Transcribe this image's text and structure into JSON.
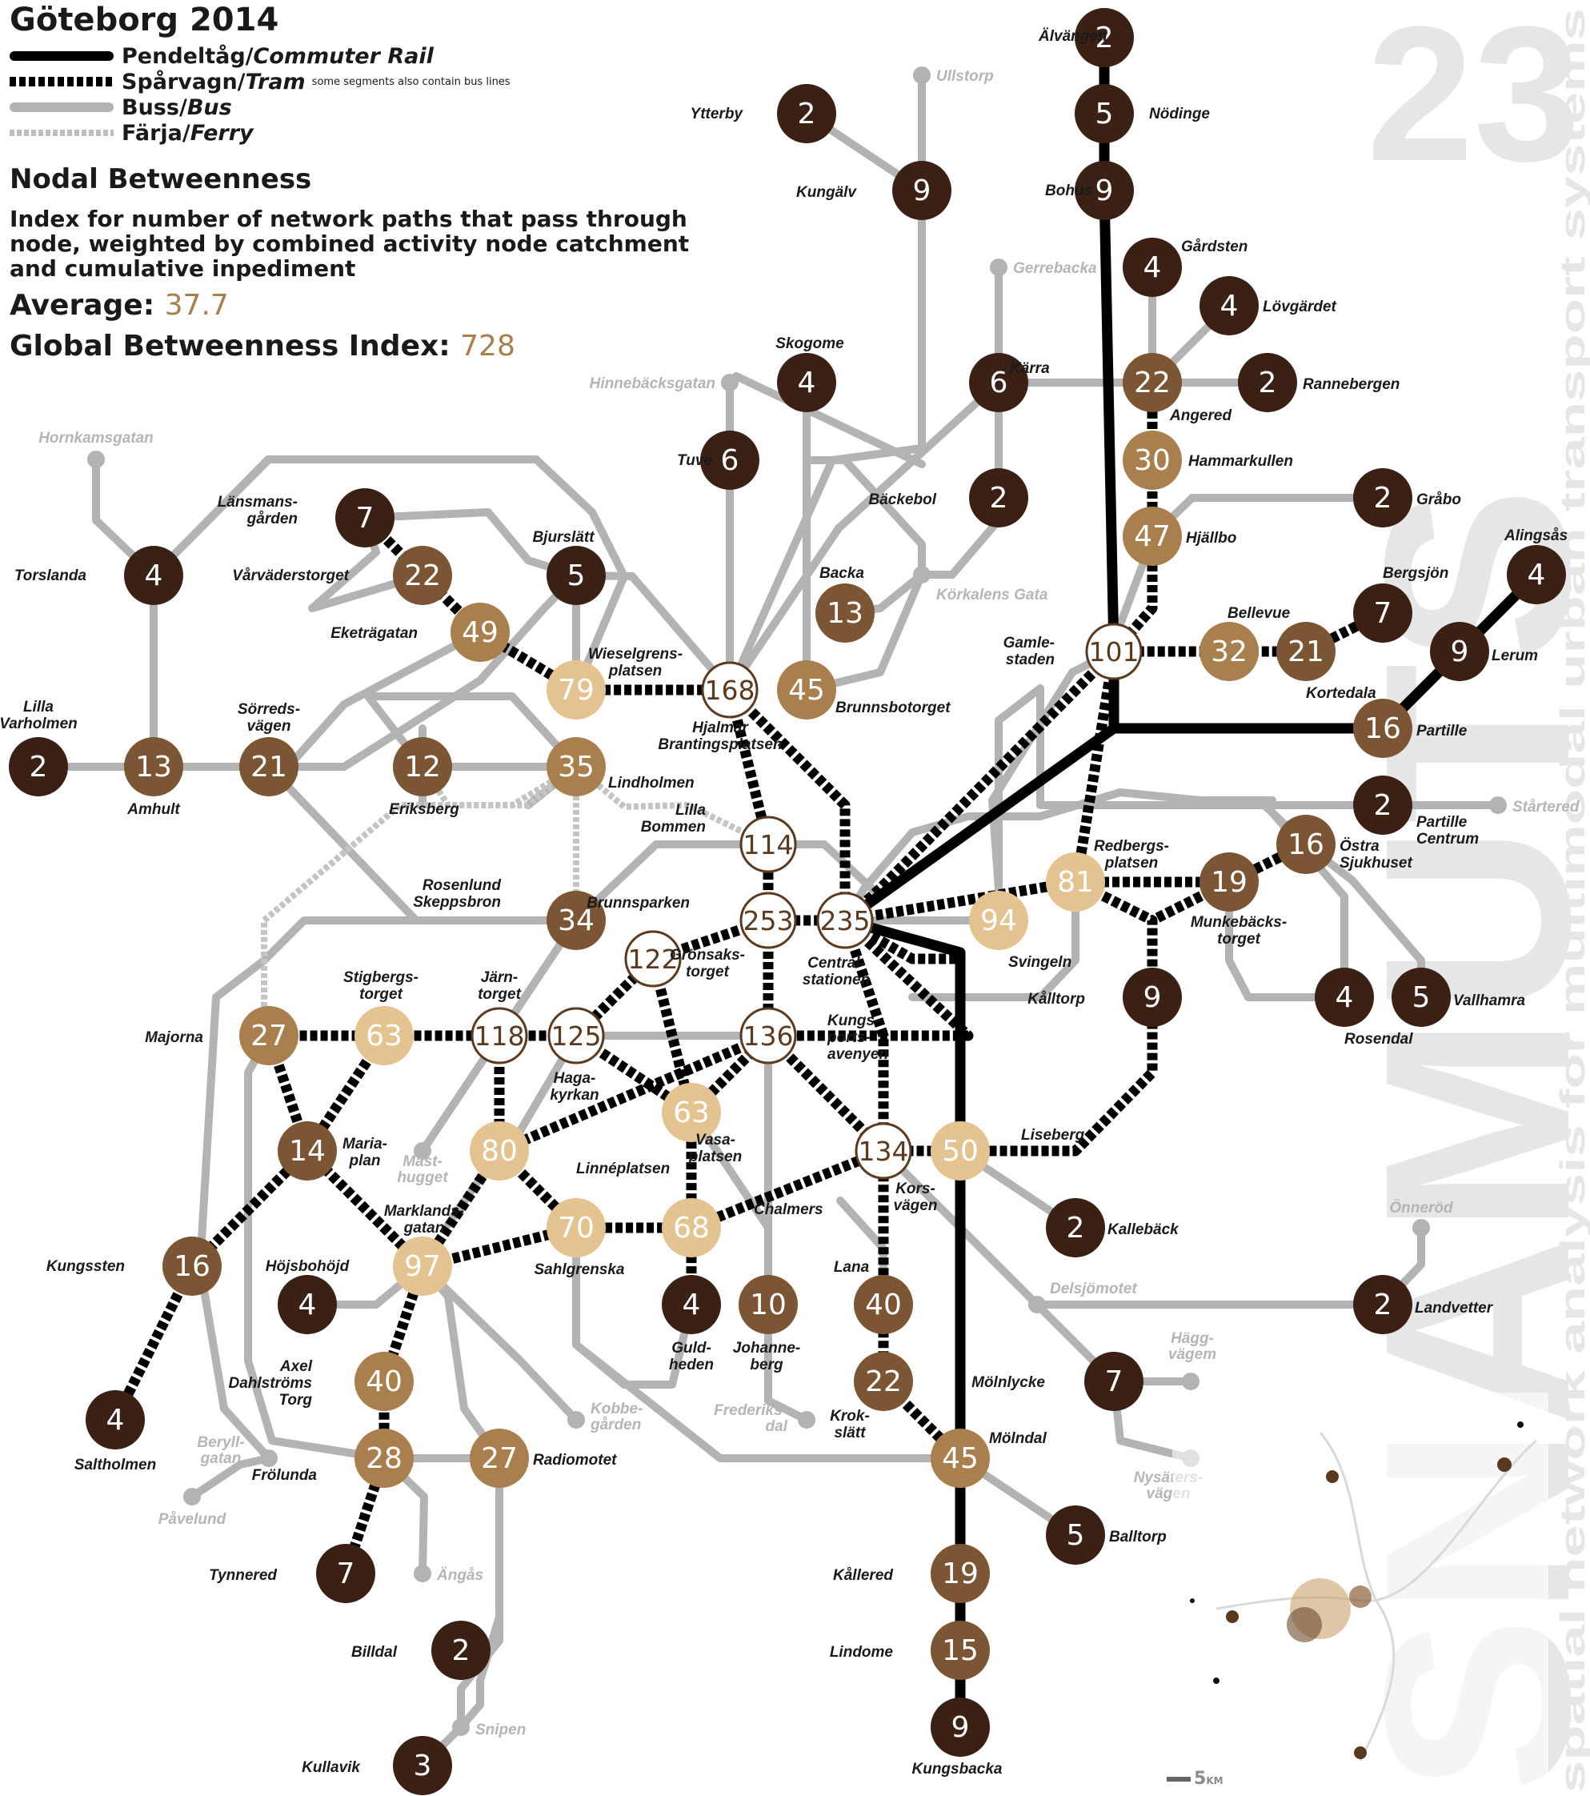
{
  "title": "Göteborg 2014",
  "legend": {
    "rail_sv": "Pendeltåg/",
    "rail_en": "Commuter Rail",
    "tram_sv": "Spårvagn/",
    "tram_en": "Tram",
    "tram_note": "some segments also contain bus lines",
    "bus_sv": "Buss/",
    "bus_en": "Bus",
    "ferry_sv": "Färja/",
    "ferry_en": "Ferry"
  },
  "measure_title": "Nodal Betweenness",
  "description": "Index for number of network paths that pass through node, weighted by combined activity node catchment and cumulative inpediment",
  "average_label": "Average:",
  "average_value": "37.7",
  "global_label": "Global Betweenness Index:",
  "global_value": "728",
  "watermark": {
    "big": "SNAMUTS",
    "number": "23",
    "sub": "spatial network analysis for multimodal urban transport systems"
  },
  "scale": {
    "value": "5",
    "unit": "KM"
  },
  "colors": {
    "rail": "#000000",
    "bus": "#b3b3b3",
    "ferry": "#c4c4c4",
    "level_dark": "#3a2114",
    "level_mid": "#7b5534",
    "level_light": "#a97f4e",
    "level_pale": "#e3c38f",
    "hub_fill": "#ffffff",
    "hub_stroke": "#5b3a1f"
  },
  "stations": [
    {
      "id": "alvangen",
      "label": "Älvängen",
      "value": "2",
      "level": "dark"
    },
    {
      "id": "nodinge",
      "label": "Nödinge",
      "value": "5",
      "level": "dark"
    },
    {
      "id": "bohus",
      "label": "Bohus",
      "value": "9",
      "level": "dark"
    },
    {
      "id": "ytterby",
      "label": "Ytterby",
      "value": "2",
      "level": "dark"
    },
    {
      "id": "kungalv",
      "label": "Kungälv",
      "value": "9",
      "level": "dark"
    },
    {
      "id": "gardsten",
      "label": "Gårdsten",
      "value": "4",
      "level": "dark"
    },
    {
      "id": "lovgardet",
      "label": "Lövgärdet",
      "value": "4",
      "level": "dark"
    },
    {
      "id": "skogome",
      "label": "Skogome",
      "value": "4",
      "level": "dark"
    },
    {
      "id": "karra",
      "label": "Kärra",
      "value": "6",
      "level": "dark"
    },
    {
      "id": "angered",
      "label": "Angered",
      "value": "22",
      "level": "mid"
    },
    {
      "id": "rannebergen",
      "label": "Rannebergen",
      "value": "2",
      "level": "dark"
    },
    {
      "id": "tuve",
      "label": "Tuve",
      "value": "6",
      "level": "dark"
    },
    {
      "id": "hammarkullen",
      "label": "Hammarkullen",
      "value": "30",
      "level": "light"
    },
    {
      "id": "backebol",
      "label": "Bäckebol",
      "value": "2",
      "level": "dark"
    },
    {
      "id": "grabo",
      "label": "Gråbo",
      "value": "2",
      "level": "dark"
    },
    {
      "id": "lansmansgarden",
      "label": "Länsmans-gården",
      "value": "7",
      "level": "dark"
    },
    {
      "id": "hjallbo",
      "label": "Hjällbo",
      "value": "47",
      "level": "light"
    },
    {
      "id": "alingsas",
      "label": "Alingsås",
      "value": "4",
      "level": "dark"
    },
    {
      "id": "torslanda",
      "label": "Torslanda",
      "value": "4",
      "level": "dark"
    },
    {
      "id": "varvaderstorget",
      "label": "Vårväderstorget",
      "value": "22",
      "level": "mid"
    },
    {
      "id": "bjurslatt",
      "label": "Bjurslätt",
      "value": "5",
      "level": "dark"
    },
    {
      "id": "backa",
      "label": "Backa",
      "value": "13",
      "level": "mid"
    },
    {
      "id": "bergsjon",
      "label": "Bergsjön",
      "value": "7",
      "level": "dark"
    },
    {
      "id": "eketragatan",
      "label": "Eketrägatan",
      "value": "49",
      "level": "light"
    },
    {
      "id": "gamlestaden",
      "label": "Gamle-staden",
      "value": "101",
      "level": "hub"
    },
    {
      "id": "bellevue",
      "label": "Bellevue",
      "value": "32",
      "level": "light"
    },
    {
      "id": "kortedala",
      "label": "Kortedala",
      "value": "21",
      "level": "mid"
    },
    {
      "id": "lerum",
      "label": "Lerum",
      "value": "9",
      "level": "dark"
    },
    {
      "id": "wieselgrensplatsen",
      "label": "Wieselgrens-platsen",
      "value": "79",
      "level": "pale"
    },
    {
      "id": "hjalmar",
      "label": "Hjalmar Brantingsplatsen",
      "value": "168",
      "level": "hub"
    },
    {
      "id": "brunnsbotorget",
      "label": "Brunnsbotorget",
      "value": "45",
      "level": "light"
    },
    {
      "id": "lilla_varholmen",
      "label": "Lilla Varholmen",
      "value": "2",
      "level": "dark"
    },
    {
      "id": "amhult",
      "label": "Amhult",
      "value": "13",
      "level": "mid"
    },
    {
      "id": "sorredsvagen",
      "label": "Sörreds-vägen",
      "value": "21",
      "level": "mid"
    },
    {
      "id": "eriksberg",
      "label": "Eriksberg",
      "value": "12",
      "level": "mid"
    },
    {
      "id": "lindholmen",
      "label": "Lindholmen",
      "value": "35",
      "level": "light"
    },
    {
      "id": "partille",
      "label": "Partille",
      "value": "16",
      "level": "mid"
    },
    {
      "id": "partille_c",
      "label": "Partille Centrum",
      "value": "2",
      "level": "dark"
    },
    {
      "id": "lilla_bommen",
      "label": "Lilla Bommen",
      "value": "114",
      "level": "hub"
    },
    {
      "id": "ostra_sjukhuset",
      "label": "Östra Sjukhuset",
      "value": "16",
      "level": "mid"
    },
    {
      "id": "redbergsplatsen",
      "label": "Redbergs-platsen",
      "value": "81",
      "level": "pale"
    },
    {
      "id": "munkeback",
      "label": "Munkebäcks-torget",
      "value": "19",
      "level": "mid"
    },
    {
      "id": "rosenlund",
      "label": "Rosenlund Skeppsbron",
      "value": "34",
      "level": "mid"
    },
    {
      "id": "brunnsparken",
      "label": "Brunnsparken",
      "value": "253",
      "level": "hub"
    },
    {
      "id": "centralstationen",
      "label": "Central-stationen",
      "value": "235",
      "level": "hub"
    },
    {
      "id": "svingeln",
      "label": "Svingeln",
      "value": "94",
      "level": "pale"
    },
    {
      "id": "gronsakstorget",
      "label": "Grönsaks-torget",
      "value": "122",
      "level": "hub"
    },
    {
      "id": "rosendal",
      "label": "Rosendal",
      "value": "4",
      "level": "dark"
    },
    {
      "id": "vallhamra",
      "label": "Vallhamra",
      "value": "5",
      "level": "dark"
    },
    {
      "id": "kalltorp",
      "label": "Kålltorp",
      "value": "9",
      "level": "dark"
    },
    {
      "id": "majorna",
      "label": "Majorna",
      "value": "27",
      "level": "light"
    },
    {
      "id": "stigbergstorget",
      "label": "Stigbergs-torget",
      "value": "63",
      "level": "pale"
    },
    {
      "id": "jarntorget",
      "label": "Järn-torget",
      "value": "118",
      "level": "hub"
    },
    {
      "id": "hagakyrkan",
      "label": "Haga-kyrkan",
      "value": "125",
      "level": "hub"
    },
    {
      "id": "kungsportsavenyen",
      "label": "Kungs-ports-avenyen",
      "value": "136",
      "level": "hub"
    },
    {
      "id": "vasaplatsen",
      "label": "Vasa-platsen",
      "value": "63",
      "level": "pale"
    },
    {
      "id": "mariaplan",
      "label": "Maria-plan",
      "value": "14",
      "level": "mid"
    },
    {
      "id": "linneplatsen",
      "label": "Linnéplatsen",
      "value": "80",
      "level": "pale"
    },
    {
      "id": "korsvagen",
      "label": "Kors-vägen",
      "value": "134",
      "level": "hub"
    },
    {
      "id": "liseberg",
      "label": "Liseberg",
      "value": "50",
      "level": "pale"
    },
    {
      "id": "sahlgrenska",
      "label": "Sahlgrenska",
      "value": "70",
      "level": "pale"
    },
    {
      "id": "chalmers",
      "label": "Chalmers",
      "value": "68",
      "level": "pale"
    },
    {
      "id": "kalleback",
      "label": "Kallebäck",
      "value": "2",
      "level": "dark"
    },
    {
      "id": "kungssten",
      "label": "Kungssten",
      "value": "16",
      "level": "mid"
    },
    {
      "id": "marklandsgatan",
      "label": "Marklands-gatan",
      "value": "97",
      "level": "pale"
    },
    {
      "id": "hojsbohojd",
      "label": "Höjsbohöjd",
      "value": "4",
      "level": "dark"
    },
    {
      "id": "guldheden",
      "label": "Guld-heden",
      "value": "4",
      "level": "dark"
    },
    {
      "id": "johanneberg",
      "label": "Johanne-berg",
      "value": "10",
      "level": "mid"
    },
    {
      "id": "lana",
      "label": "Lana",
      "value": "40",
      "level": "mid"
    },
    {
      "id": "landvetter",
      "label": "Landvetter",
      "value": "2",
      "level": "dark"
    },
    {
      "id": "axel",
      "label": "Axel Dahlströms Torg",
      "value": "40",
      "level": "light"
    },
    {
      "id": "molnlycke",
      "label": "Mölnlycke",
      "value": "7",
      "level": "dark"
    },
    {
      "id": "krokslatt",
      "label": "Krok-slätt",
      "value": "22",
      "level": "mid"
    },
    {
      "id": "saltholmen",
      "label": "Saltholmen",
      "value": "4",
      "level": "dark"
    },
    {
      "id": "frolunda",
      "label": "Frölunda",
      "value": "28",
      "level": "light"
    },
    {
      "id": "radiomotet",
      "label": "Radiomotet",
      "value": "27",
      "level": "light"
    },
    {
      "id": "molndal",
      "label": "Mölndal",
      "value": "45",
      "level": "light"
    },
    {
      "id": "balltorp",
      "label": "Balltorp",
      "value": "5",
      "level": "dark"
    },
    {
      "id": "tynnered",
      "label": "Tynnered",
      "value": "7",
      "level": "dark"
    },
    {
      "id": "kallered",
      "label": "Kållered",
      "value": "19",
      "level": "mid"
    },
    {
      "id": "billdal",
      "label": "Billdal",
      "value": "2",
      "level": "dark"
    },
    {
      "id": "lindome",
      "label": "Lindome",
      "value": "15",
      "level": "mid"
    },
    {
      "id": "kungsbacka",
      "label": "Kungsbacka",
      "value": "9",
      "level": "dark"
    },
    {
      "id": "kullavik",
      "label": "Kullavik",
      "value": "3",
      "level": "dark"
    }
  ],
  "minor_stops": [
    {
      "id": "ullstorp",
      "label": "Ullstorp"
    },
    {
      "id": "gerrebacka",
      "label": "Gerrebacka"
    },
    {
      "id": "hinnebacksgatan",
      "label": "Hinnebäcksgatan"
    },
    {
      "id": "hornkamsgatan",
      "label": "Hornkamsgatan"
    },
    {
      "id": "korkalens",
      "label": "Körkalens Gata"
    },
    {
      "id": "startered",
      "label": "Stårtered"
    },
    {
      "id": "masthugget",
      "label": "Mast-hugget"
    },
    {
      "id": "onnerod",
      "label": "Önneröd"
    },
    {
      "id": "delsjomotet",
      "label": "Delsjömotet"
    },
    {
      "id": "hagg",
      "label": "Hägg-vägem"
    },
    {
      "id": "kobbegarden",
      "label": "Kobbe-gården"
    },
    {
      "id": "frederiksdal",
      "label": "Frederiks-dal"
    },
    {
      "id": "beryllgatan",
      "label": "Beryll-gatan"
    },
    {
      "id": "pavelund",
      "label": "Påvelund"
    },
    {
      "id": "nysatersvagen",
      "label": "Nysäters-vägen"
    },
    {
      "id": "angas",
      "label": "Ängås"
    },
    {
      "id": "snipen",
      "label": "Snipen"
    }
  ]
}
